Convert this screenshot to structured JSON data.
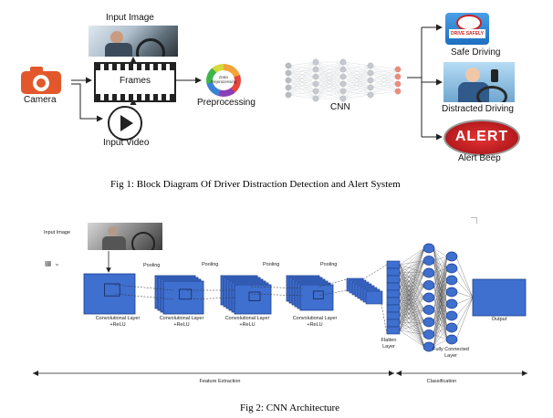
{
  "fig1": {
    "caption": "Fig 1: Block Diagram Of Driver Distraction Detection and Alert System",
    "nodes": {
      "input_image": "Input Image",
      "camera": "Camera",
      "frames": "Frames",
      "input_video": "Input Video",
      "preprocessing": "Preprocessing",
      "preprocessing_icon_text": "Data Preprocessing",
      "cnn": "CNN",
      "safe_driving": "Safe Driving",
      "distracted_driving": "Distracted Driving",
      "alert_beep": "Alert Beep",
      "alert_icon_text": "ALERT",
      "safe_icon_text": "DRIVE SAFELY"
    }
  },
  "fig2": {
    "caption": "Fig 2: CNN Architecture",
    "input_image": "Input Image",
    "pooling": [
      "Pooling",
      "Pooling",
      "Pooling",
      "Pooling"
    ],
    "conv_layers": [
      "Convolutional Layer +ReLU",
      "Convolutional Layer +ReLU",
      "Convolutional Layer +ReLU",
      "Convolutional Layer +ReLU"
    ],
    "flatten": "Flatten Layer",
    "fully_connected": "Fully Connected Layer",
    "output": "Output",
    "feature_extraction": "Feature Extraction",
    "classification": "Classification"
  },
  "colors": {
    "cnn_blue": "#3f6fcf",
    "cnn_dark": "#1f3f8a",
    "camera_orange": "#e2582a",
    "alert_red": "#d8262a"
  }
}
